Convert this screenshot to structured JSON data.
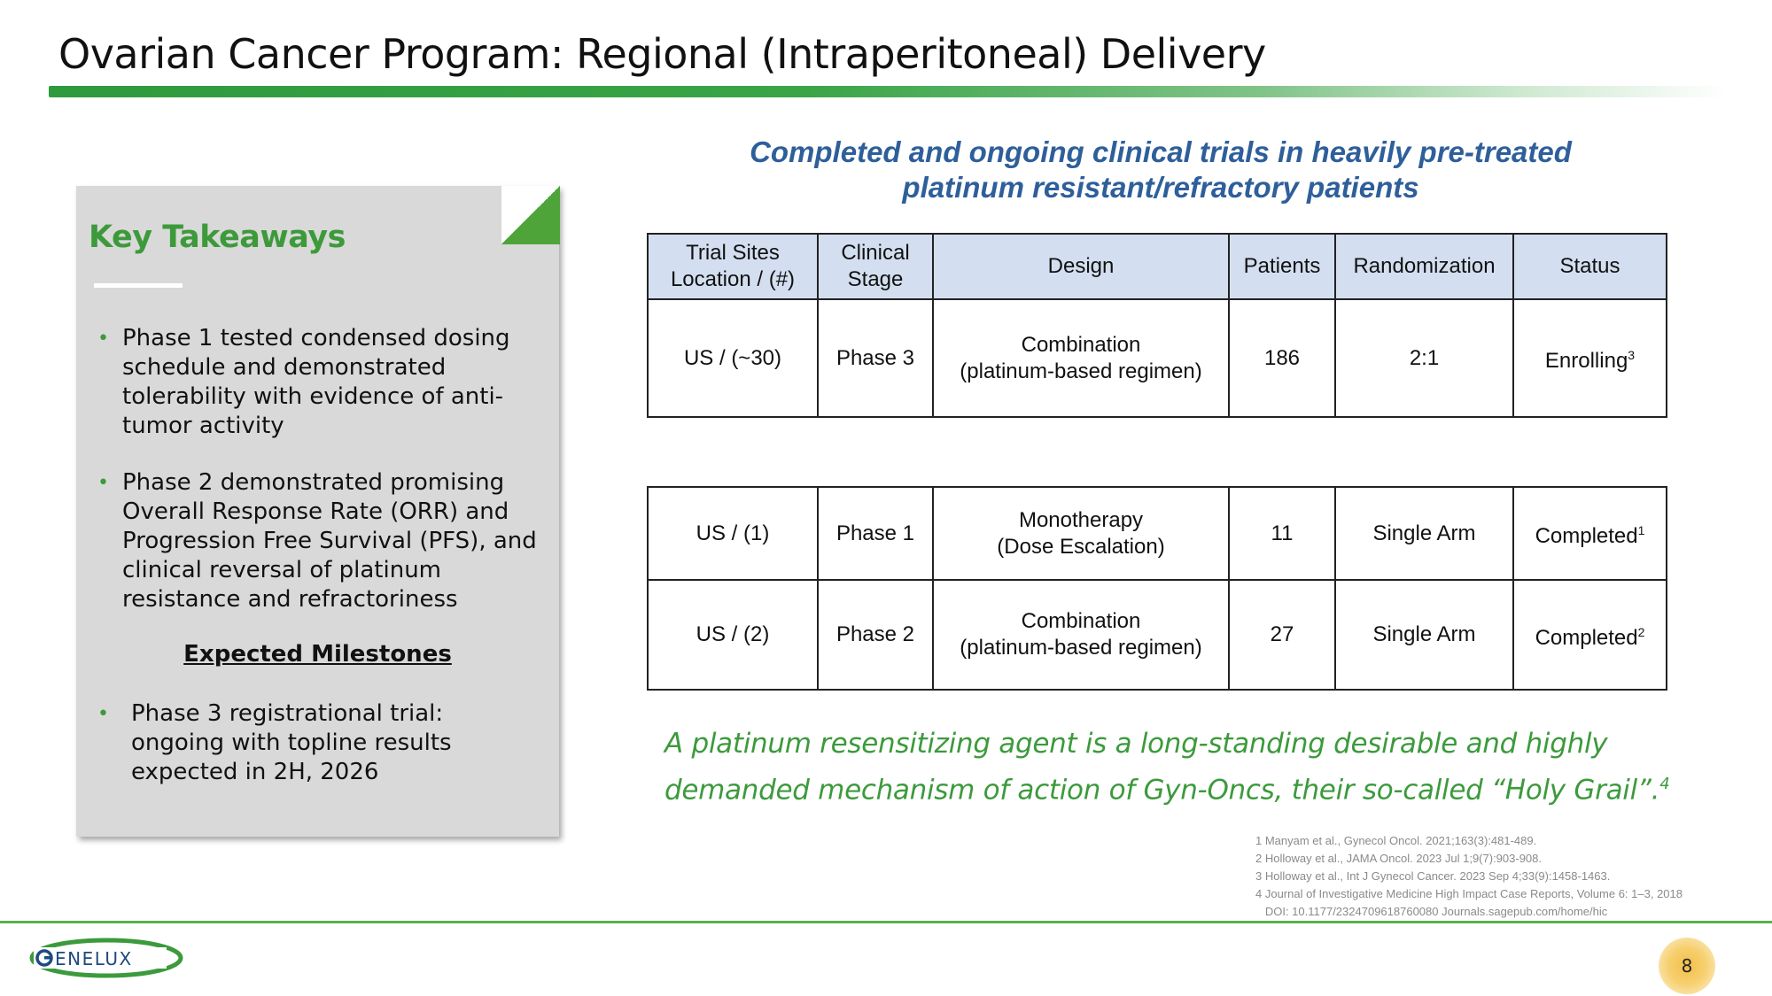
{
  "slide": {
    "title": "Ovarian Cancer Program: Regional (Intraperitoneal) Delivery",
    "page_number": "8",
    "accent_green": "#3d9a3b",
    "accent_blue": "#2e5f9a"
  },
  "takeaways": {
    "heading": "Key Takeaways",
    "bullets": [
      "Phase 1 tested condensed dosing schedule and demonstrated tolerability with evidence of anti-tumor activity",
      "Phase 2 demonstrated promising Overall Response Rate (ORR) and Progression Free Survival (PFS), and clinical reversal of platinum resistance and refractoriness"
    ],
    "milestones_heading": "Expected Milestones",
    "milestones": [
      "Phase 3 registrational trial: ongoing with topline results expected in 2H, 2026"
    ]
  },
  "trials": {
    "subtitle_line1": "Completed and ongoing clinical trials in heavily pre-treated",
    "subtitle_line2": "platinum resistant/refractory patients",
    "headers": {
      "sites_line1": "Trial Sites",
      "sites_line2": "Location / (#)",
      "stage_line1": "Clinical",
      "stage_line2": "Stage",
      "design": "Design",
      "patients": "Patients",
      "randomization": "Randomization",
      "status": "Status"
    },
    "ongoing": [
      {
        "sites": "US / (~30)",
        "stage": "Phase 3",
        "design_line1": "Combination",
        "design_line2": "(platinum-based regimen)",
        "patients": "186",
        "randomization": "2:1",
        "status": "Enrolling",
        "footnote": "3"
      }
    ],
    "completed": [
      {
        "sites": "US / (1)",
        "stage": "Phase 1",
        "design_line1": "Monotherapy",
        "design_line2": "(Dose Escalation)",
        "patients": "11",
        "randomization": "Single Arm",
        "status": "Completed",
        "footnote": "1"
      },
      {
        "sites": "US / (2)",
        "stage": "Phase 2",
        "design_line1": "Combination",
        "design_line2": "(platinum-based regimen)",
        "patients": "27",
        "randomization": "Single Arm",
        "status": "Completed",
        "footnote": "2"
      }
    ]
  },
  "quote": {
    "text": "A platinum resensitizing agent is a long-standing desirable and highly demanded mechanism of action of Gyn-Oncs, their so-called “Holy Grail”.",
    "footnote": "4"
  },
  "references": [
    "1  Manyam et al., Gynecol Oncol. 2021;163(3):481-489.",
    "2 Holloway et al., JAMA Oncol. 2023 Jul 1;9(7):903-908.",
    "3 Holloway et al., Int J Gynecol Cancer. 2023 Sep 4;33(9):1458-1463.",
    "4 Journal of Investigative Medicine High Impact Case Reports, Volume 6: 1–3, 2018",
    "   DOI: 10.1177/2324709618760080 Journals.sagepub.com/home/hic"
  ],
  "logo": {
    "text": "ENELUX",
    "icon": "genelux-logo-swoosh"
  }
}
